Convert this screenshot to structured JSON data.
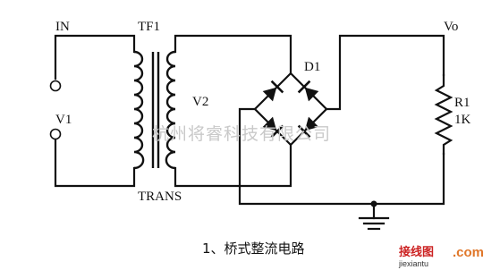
{
  "labels": {
    "in": "IN",
    "v1": "V1",
    "tf1": "TF1",
    "trans": "TRANS",
    "v2": "V2",
    "d1": "D1",
    "vo": "Vo",
    "r1": "R1",
    "r1_value": "1K"
  },
  "caption": "1、桥式整流电路",
  "watermark": "杭州将睿科技有限公司",
  "site_logo": {
    "name": "接线图",
    "domain": ".com",
    "url": "jiexiantu"
  },
  "colors": {
    "line": "#111111",
    "watermark": "#c9c9c9",
    "logo_red": "#cc2222",
    "logo_orange": "#e0772a"
  }
}
